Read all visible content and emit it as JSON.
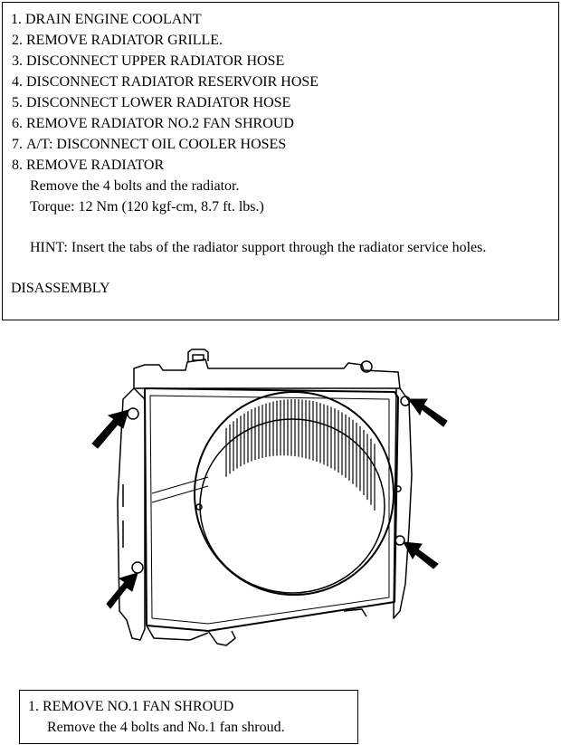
{
  "steps": [
    {
      "num": "1.",
      "label": "DRAIN ENGINE COOLANT"
    },
    {
      "num": "2.",
      "label": "REMOVE RADIATOR GRILLE."
    },
    {
      "num": "3.",
      "label": "DISCONNECT UPPER RADIATOR HOSE"
    },
    {
      "num": "4.",
      "label": "DISCONNECT RADIATOR RESERVOIR HOSE"
    },
    {
      "num": "5.",
      "label": "DISCONNECT LOWER RADIATOR HOSE"
    },
    {
      "num": "6.",
      "label": "REMOVE RADIATOR NO.2 FAN SHROUD"
    },
    {
      "num": "7.",
      "label": "A/T: DISCONNECT OIL COOLER HOSES"
    },
    {
      "num": "8.",
      "label": "REMOVE RADIATOR"
    }
  ],
  "step8": {
    "instruction": "Remove the 4 bolts and the radiator.",
    "torque": "Torque: 12 Nm (120 kgf-cm, 8.7 ft. lbs.)",
    "hint": "HINT: Insert the tabs of the radiator support through the radiator service holes."
  },
  "section_title": "DISASSEMBLY",
  "disassembly": {
    "step_num": "1.",
    "step_label": "REMOVE NO.1 FAN SHROUD",
    "instruction": "Remove the 4 bolts and No.1 fan shroud."
  }
}
